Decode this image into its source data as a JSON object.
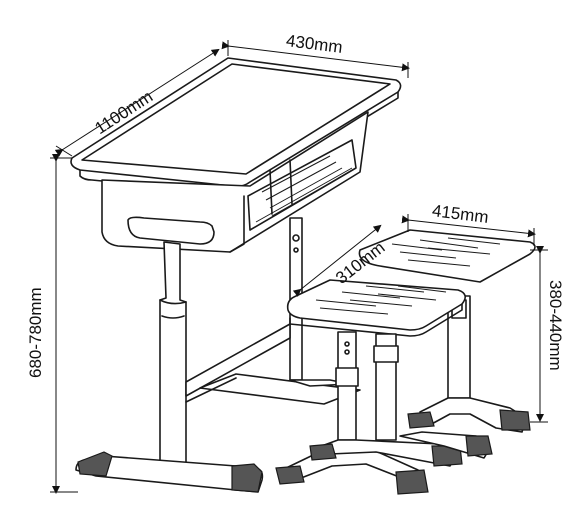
{
  "dimensions": {
    "desk_depth": "430mm",
    "desk_width": "1100mm",
    "desk_height": "680-780mm",
    "seat_width": "415mm",
    "seat_depth": "310mm",
    "seat_height": "380-440mm"
  },
  "colors": {
    "line": "#1a1a1a",
    "fill": "#ffffff"
  }
}
